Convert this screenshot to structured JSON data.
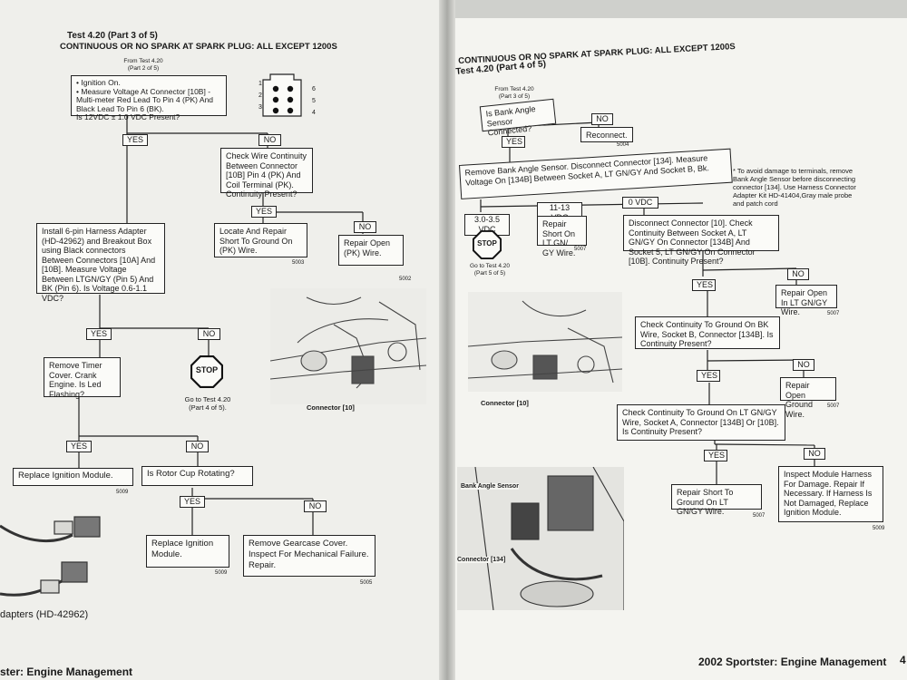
{
  "left": {
    "title": "Test 4.20 (Part 3 of 5)",
    "subtitle": "CONTINUOUS OR NO SPARK AT SPARK PLUG: ALL EXCEPT 1200S",
    "from_note": "From Test 4.20\n(Part 2 of 5)",
    "step1": "• Ignition On.\n• Measure Voltage At Connector [10B] - Multi-meter Red Lead To Pin 4 (PK) And Black Lead To Pin 6 (BK).\nIs 12VDC ± 1.0 VDC Present?",
    "yes": "YES",
    "no": "NO",
    "step_check_wire": "Check Wire Continuity Between Connector [10B] Pin 4 (PK) And Coil Terminal (PK). Continuity Present?",
    "repair_short_pk": "Locate And Repair Short To Ground On (PK) Wire.",
    "repair_open_pk": "Repair Open (PK) Wire.",
    "code_5003": "5003",
    "code_5002": "5002",
    "step_install": "Install 6-pin Harness Adapter (HD-42962) and Breakout Box using Black connectors Between Connectors [10A] And [10B]. Measure Voltage Between LTGN/GY (Pin 5) And BK (Pin 6). Is Voltage 0.6-1.1 VDC?",
    "step_timer": "Remove Timer Cover. Crank Engine. Is Led Flashing?",
    "stop": "STOP",
    "goto_part4": "Go to Test 4.20\n(Part 4 of 5).",
    "replace_ign": "Replace Ignition Module.",
    "code_5009a": "5009",
    "rotor": "Is Rotor Cup Rotating?",
    "replace_ign2": "Replace Ignition Module.",
    "code_5009b": "5009",
    "remove_gear": "Remove Gearcase Cover. Inspect For Mechanical Failure. Repair.",
    "code_5005": "5005",
    "connector10": "Connector [10]",
    "adapters": "dapters (HD-42962)",
    "footer": "ster: Engine Management",
    "pins": [
      "1",
      "2",
      "3",
      "6",
      "5",
      "4"
    ]
  },
  "right": {
    "title": "Test 4.20 (Part 4 of 5)",
    "subtitle": "CONTINUOUS OR NO SPARK AT SPARK PLUG: ALL EXCEPT 1200S",
    "from_note": "From Test 4.20\n(Part 3 of 5)",
    "q_bank": "Is Bank Angle Sensor Connected?",
    "yes": "YES",
    "no": "NO",
    "reconnect": "Reconnect.",
    "code_5004": "5004",
    "step_remove_bank": "Remove Bank Angle Sensor. Disconnect Connector [134]. Measure Voltage On [134B] Between Socket A, LT GN/GY And Socket B, Bk.",
    "note": "* To avoid damage to terminals, remove Bank Angle Sensor before disconnecting connector [134]. Use Harness Connector Adapter Kit HD-41404,Gray male probe and patch cord",
    "v1": "3.0-3.5 VDC",
    "v2": "11-13 VDC",
    "v3": "0 VDC",
    "stop": "STOP",
    "goto_part5": "Go to Test 4.20\n(Part 5 of 5)",
    "repair_short_lt": "Repair Short On LT GN/ GY Wire.",
    "code_5007a": "5007",
    "disconnect10": "Disconnect Connector [10]. Check Continuity Between Socket A, LT GN/GY On Connector [134B] And Socket 5, LT GN/GY On Connector [10B]. Continuity Present?",
    "repair_open_lt": "Repair Open In LT GN/GY Wire.",
    "code_5007b": "5007",
    "check_bk": "Check Continuity To Ground On BK Wire, Socket B, Connector [134B]. Is Continuity Present?",
    "repair_open_gw": "Repair Open Ground Wire.",
    "code_5007c": "5007",
    "check_lt": "Check Continuity To Ground On LT GN/GY Wire, Socket A, Connector [134B] Or [10B]. Is Continuity Present?",
    "repair_short_gnd": "Repair Short To Ground On LT GN/GY Wire.",
    "code_5007d": "5007",
    "inspect_module": "Inspect Module Harness For Damage. Repair If Necessary. If Harness Is Not Damaged, Replace Ignition Module.",
    "code_5009": "5009",
    "connector10": "Connector [10]",
    "bank_sensor": "Bank Angle Sensor",
    "connector134": "Connector [134]",
    "footer": "2002 Sportster: Engine Management",
    "page_num": "4"
  }
}
